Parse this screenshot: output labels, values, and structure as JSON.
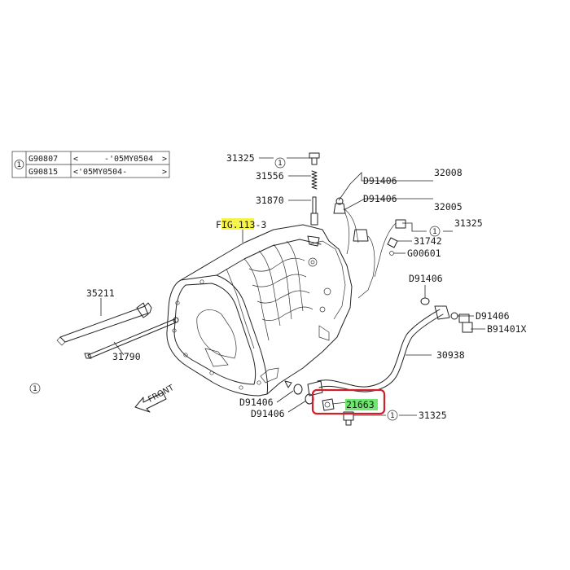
{
  "applicability_table": {
    "marker": "1",
    "rows": [
      {
        "code": "G90807",
        "range_open": "<",
        "range_text": "-'05MY0504",
        "range_close": ">"
      },
      {
        "code": "G90815",
        "range_open": "<",
        "range_text": "'05MY0504-",
        "range_close": ">"
      }
    ]
  },
  "figure_ref": {
    "prefix": "F",
    "highlight": "IG.113",
    "suffix": "-3",
    "highlight_color": "#f6f34a"
  },
  "labels": {
    "l31325_top": "31325",
    "l31556": "31556",
    "l31870": "31870",
    "l32008": "32008",
    "l32005": "32005",
    "l31325_right": "31325",
    "l31742": "31742",
    "lG00601": "G00601",
    "l35211": "35211",
    "l31790": "31790",
    "lD91406_r1": "D91406",
    "lD91406_r2": "D91406",
    "lD91406_r3": "D91406",
    "lD91406_r4": "D91406",
    "lB91401X": "B91401X",
    "l30938": "30938",
    "lD91406_bl1": "D91406",
    "lD91406_bl2": "D91406",
    "l21663": "21663",
    "l31325_bottom": "31325"
  },
  "markers": {
    "m_top": "1",
    "m_right": "1",
    "m_bottom": "1",
    "m_left": "1"
  },
  "highlight": {
    "part_number": "21663",
    "fill_color": "#6ee86e",
    "box_color": "#d0202a"
  },
  "direction": {
    "label": "FRONT"
  }
}
